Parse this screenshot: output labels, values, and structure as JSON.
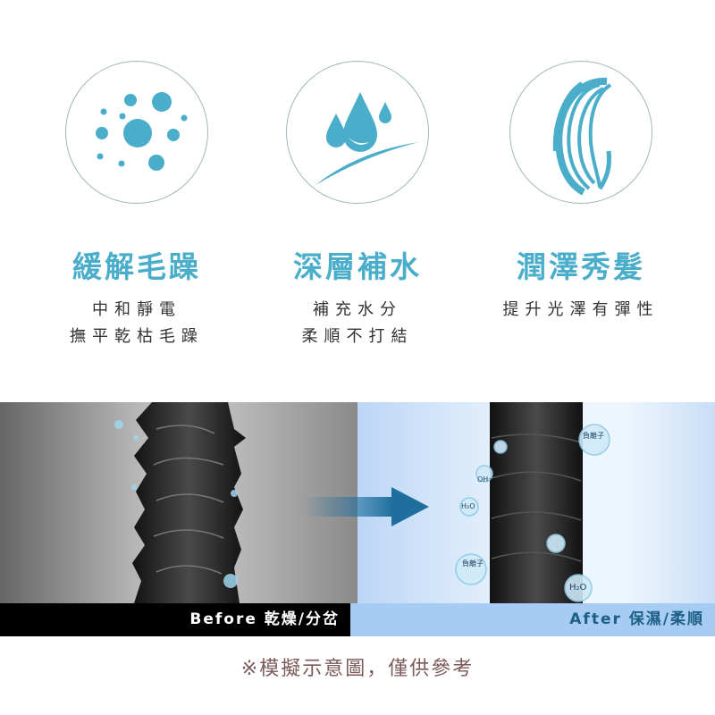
{
  "features": [
    {
      "title": "緩解毛躁",
      "lines": [
        "中和靜電",
        "撫平乾枯毛躁"
      ],
      "icon": "particles-icon"
    },
    {
      "title": "深層補水",
      "lines": [
        "補充水分",
        "柔順不打結"
      ],
      "icon": "water-drops-icon"
    },
    {
      "title": "潤澤秀髮",
      "lines": [
        "提升光澤有彈性"
      ],
      "icon": "long-hair-icon"
    }
  ],
  "comparison": {
    "before_label": "Before 乾燥/分岔",
    "after_label": "After 保濕/柔順",
    "bubble_labels": [
      "負離子",
      "H₂O",
      "OH⁻"
    ]
  },
  "note": "※模擬示意圖，僅供參考",
  "colors": {
    "accent": "#4aaecb",
    "before_bar": "#000000",
    "after_bar": "#a6ccf3",
    "arrow": "#1f6f9e"
  }
}
